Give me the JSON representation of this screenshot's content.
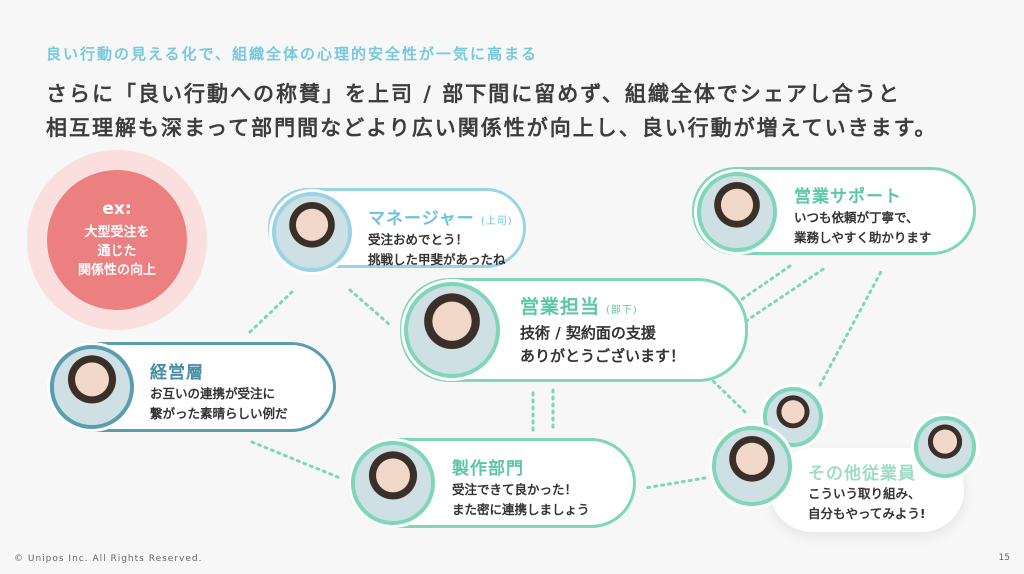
{
  "subtitle": "良い行動の見える化で、組織全体の心理的安全性が一気に高まる",
  "headline": [
    "さらに「良い行動への称賛」を上司 / 部下間に留めず、組織全体でシェアし合うと",
    "相互理解も深まって部門間などより広い関係性が向上し、良い行動が増えていきます。"
  ],
  "example": {
    "label": "ex:",
    "lines": [
      "大型受注を",
      "通じた",
      "関係性の向上"
    ]
  },
  "cards": {
    "executive": {
      "title": "経営層",
      "lines": [
        "お互いの連携が受注に",
        "繋がった素晴らしい例だ"
      ]
    },
    "manager": {
      "title": "マネージャー",
      "note": "(上司)",
      "lines": [
        "受注おめでとう！",
        "挑戦した甲斐があったね"
      ]
    },
    "sales": {
      "title": "営業担当",
      "note": "(部下)",
      "lines": [
        "技術 / 契約面の支援",
        "ありがとうございます！"
      ]
    },
    "production": {
      "title": "製作部門",
      "lines": [
        "受注できて良かった！",
        "また密に連携しましょう"
      ]
    },
    "support": {
      "title": "営業サポート",
      "lines": [
        "いつも依頼が丁寧で、",
        "業務しやすく助かります"
      ]
    },
    "others": {
      "title": "その他従業員",
      "lines": [
        "こういう取り組み、",
        "自分もやってみよう!"
      ]
    }
  },
  "footer": "© Unipos Inc. All Rights Reserved.",
  "page_number": "15"
}
